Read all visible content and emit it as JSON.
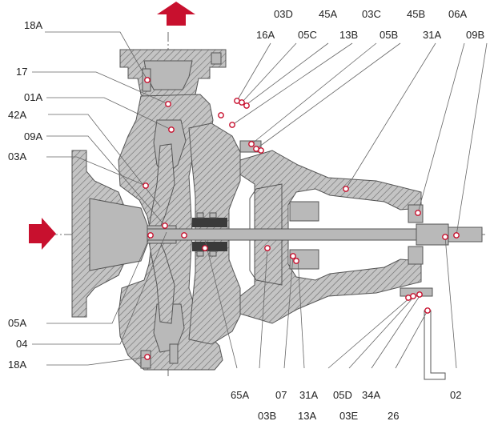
{
  "arrow_color": "#c8102e",
  "marker_color": "#c8102e",
  "labels": {
    "l_03D": "03D",
    "l_45A": "45A",
    "l_03C": "03C",
    "l_45B": "45B",
    "l_06A": "06A",
    "l_16A": "16A",
    "l_05C": "05C",
    "l_13B": "13B",
    "l_05B": "05B",
    "l_31A": "31A",
    "l_09B": "09B",
    "l_18A_top": "18A",
    "l_17": "17",
    "l_01A": "01A",
    "l_42A": "42A",
    "l_09A": "09A",
    "l_03A": "03A",
    "l_05A": "05A",
    "l_04": "04",
    "l_18A_bot": "18A",
    "l_65A": "65A",
    "l_07": "07",
    "l_31A_b": "31A",
    "l_05D": "05D",
    "l_34A": "34A",
    "l_02": "02",
    "l_03B": "03B",
    "l_13A": "13A",
    "l_03E": "03E",
    "l_26": "26"
  }
}
